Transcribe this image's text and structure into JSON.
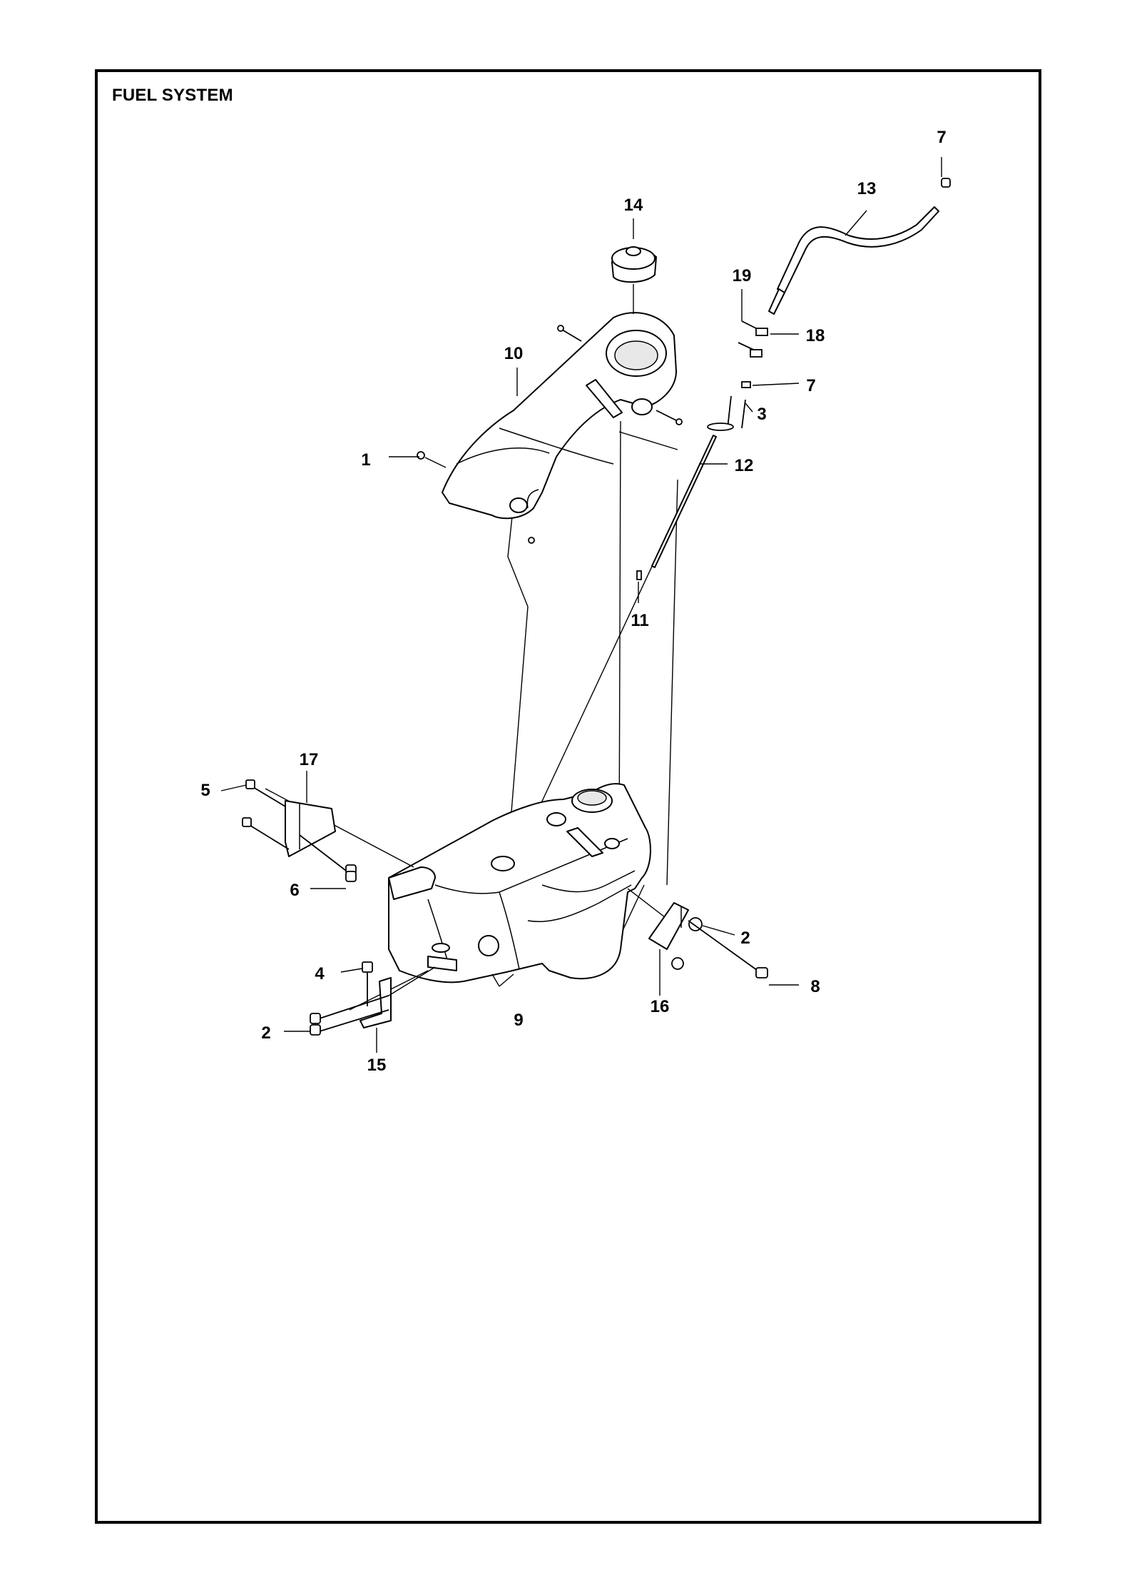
{
  "title": "FUEL SYSTEM",
  "callouts": [
    {
      "label": "1"
    },
    {
      "label": "2"
    },
    {
      "label": "2"
    },
    {
      "label": "3"
    },
    {
      "label": "4"
    },
    {
      "label": "5"
    },
    {
      "label": "6"
    },
    {
      "label": "7"
    },
    {
      "label": "7"
    },
    {
      "label": "8"
    },
    {
      "label": "9"
    },
    {
      "label": "10"
    },
    {
      "label": "11"
    },
    {
      "label": "12"
    },
    {
      "label": "13"
    },
    {
      "label": "14"
    },
    {
      "label": "15"
    },
    {
      "label": "16"
    },
    {
      "label": "17"
    },
    {
      "label": "18"
    },
    {
      "label": "19"
    }
  ]
}
